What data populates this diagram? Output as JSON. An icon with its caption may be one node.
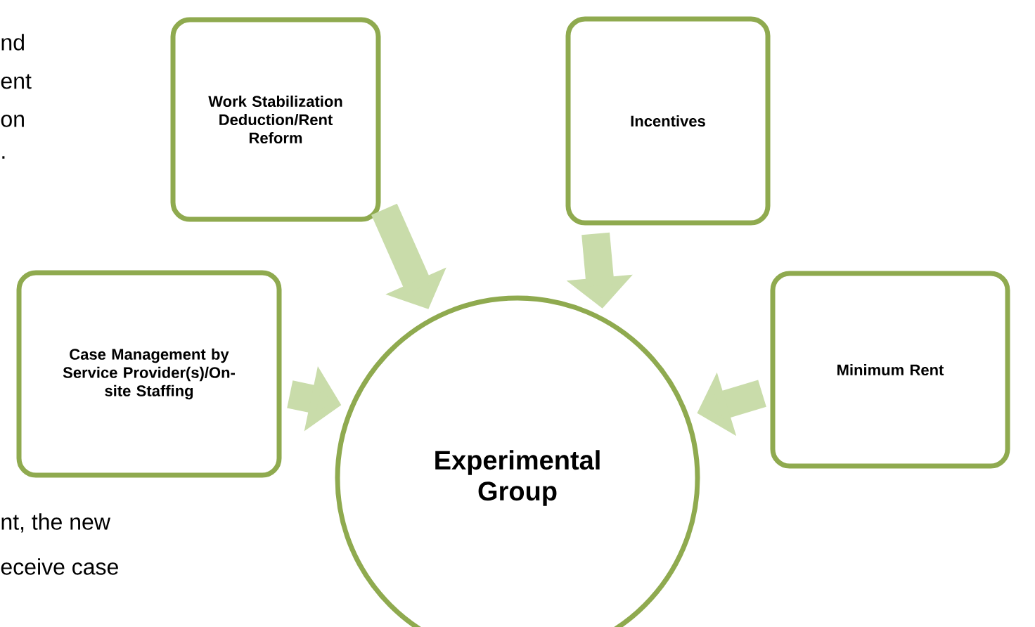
{
  "diagram": {
    "nodes": [
      {
        "text": [
          "Work Stabilization Deduction/Rent Reform"
        ]
      },
      {
        "text": [
          "Incentives"
        ]
      },
      {
        "text": [
          "Case Management by Service Provider(s)/On-site Staffing"
        ]
      },
      {
        "text": [
          "Minimum Rent"
        ]
      },
      {
        "text": [
          "Experimental Group"
        ]
      }
    ],
    "edges": [
      {
        "from": 0,
        "to": 4,
        "arrow": "to"
      },
      {
        "from": 1,
        "to": 4,
        "arrow": "to"
      },
      {
        "from": 2,
        "to": 4,
        "arrow": "to"
      },
      {
        "from": 3,
        "to": 4,
        "arrow": "to"
      }
    ],
    "labels": [
      "nd",
      "ent",
      "on",
      ".",
      "nt, the new",
      "eceive case"
    ]
  }
}
